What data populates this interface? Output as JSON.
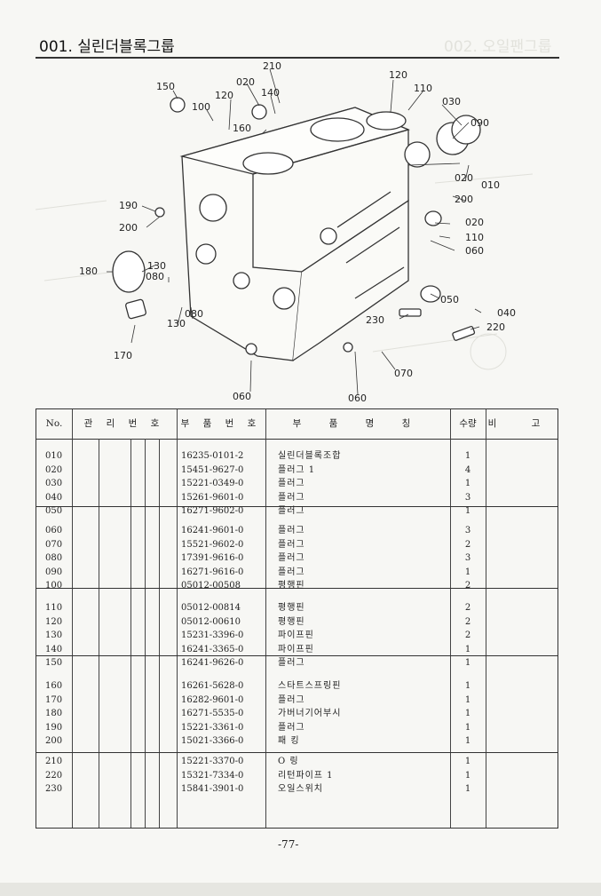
{
  "header": {
    "title": "001. 실린더블록그룹",
    "ghost_title": "002. 오일팬그룹"
  },
  "diagram": {
    "callouts": [
      "210",
      "150",
      "020",
      "120",
      "140",
      "100",
      "160",
      "120",
      "110",
      "030",
      "090",
      "020",
      "010",
      "200",
      "190",
      "200",
      "020",
      "110",
      "060",
      "180",
      "130",
      "080",
      "080",
      "130",
      "050",
      "040",
      "230",
      "220",
      "170",
      "070",
      "060",
      "060"
    ]
  },
  "table": {
    "headers": {
      "no": "No.",
      "mgmt": "관 리 번 호",
      "part_no": "부 품 번 호",
      "name": "부 품 명 칭",
      "qty": "수량",
      "note": "비 고"
    },
    "groups": [
      [
        {
          "no": "010",
          "part": "16235-0101-2",
          "name": "실린더블록조합",
          "qty": "1"
        },
        {
          "no": "020",
          "part": "15451-9627-0",
          "name": "플러그 1",
          "qty": "4"
        },
        {
          "no": "030",
          "part": "15221-0349-0",
          "name": "플러그",
          "qty": "1"
        },
        {
          "no": "040",
          "part": "15261-9601-0",
          "name": "플러그",
          "qty": "3"
        },
        {
          "no": "050",
          "part": "16271-9602-0",
          "name": "플러그",
          "qty": "1"
        }
      ],
      [
        {
          "no": "060",
          "part": "16241-9601-0",
          "name": "플러그",
          "qty": "3"
        },
        {
          "no": "070",
          "part": "15521-9602-0",
          "name": "플러그",
          "qty": "2"
        },
        {
          "no": "080",
          "part": "17391-9616-0",
          "name": "플러그",
          "qty": "3"
        },
        {
          "no": "090",
          "part": "16271-9616-0",
          "name": "플러그",
          "qty": "1"
        },
        {
          "no": "100",
          "part": "05012-00508",
          "name": "평행핀",
          "qty": "2"
        }
      ],
      [
        {
          "no": "110",
          "part": "05012-00814",
          "name": "평행핀",
          "qty": "2"
        },
        {
          "no": "120",
          "part": "05012-00610",
          "name": "평행핀",
          "qty": "2"
        },
        {
          "no": "130",
          "part": "15231-3396-0",
          "name": "파이프핀",
          "qty": "2"
        },
        {
          "no": "140",
          "part": "16241-3365-0",
          "name": "파이프핀",
          "qty": "1"
        },
        {
          "no": "150",
          "part": "16241-9626-0",
          "name": "플러그",
          "qty": "1"
        }
      ],
      [
        {
          "no": "160",
          "part": "16261-5628-0",
          "name": "스타트스프링핀",
          "qty": "1"
        },
        {
          "no": "170",
          "part": "16282-9601-0",
          "name": "플러그",
          "qty": "1"
        },
        {
          "no": "180",
          "part": "16271-5535-0",
          "name": "가버너기어부시",
          "qty": "1"
        },
        {
          "no": "190",
          "part": "15221-3361-0",
          "name": "플러그",
          "qty": "1"
        },
        {
          "no": "200",
          "part": "15021-3366-0",
          "name": "패 킹",
          "qty": "1"
        }
      ],
      [
        {
          "no": "210",
          "part": "15221-3370-0",
          "name": "O 링",
          "qty": "1"
        },
        {
          "no": "220",
          "part": "15321-7334-0",
          "name": "리턴파이프 1",
          "qty": "1"
        },
        {
          "no": "230",
          "part": "15841-3901-0",
          "name": "오일스위치",
          "qty": "1"
        }
      ]
    ]
  },
  "footer": {
    "page": "-77-"
  }
}
